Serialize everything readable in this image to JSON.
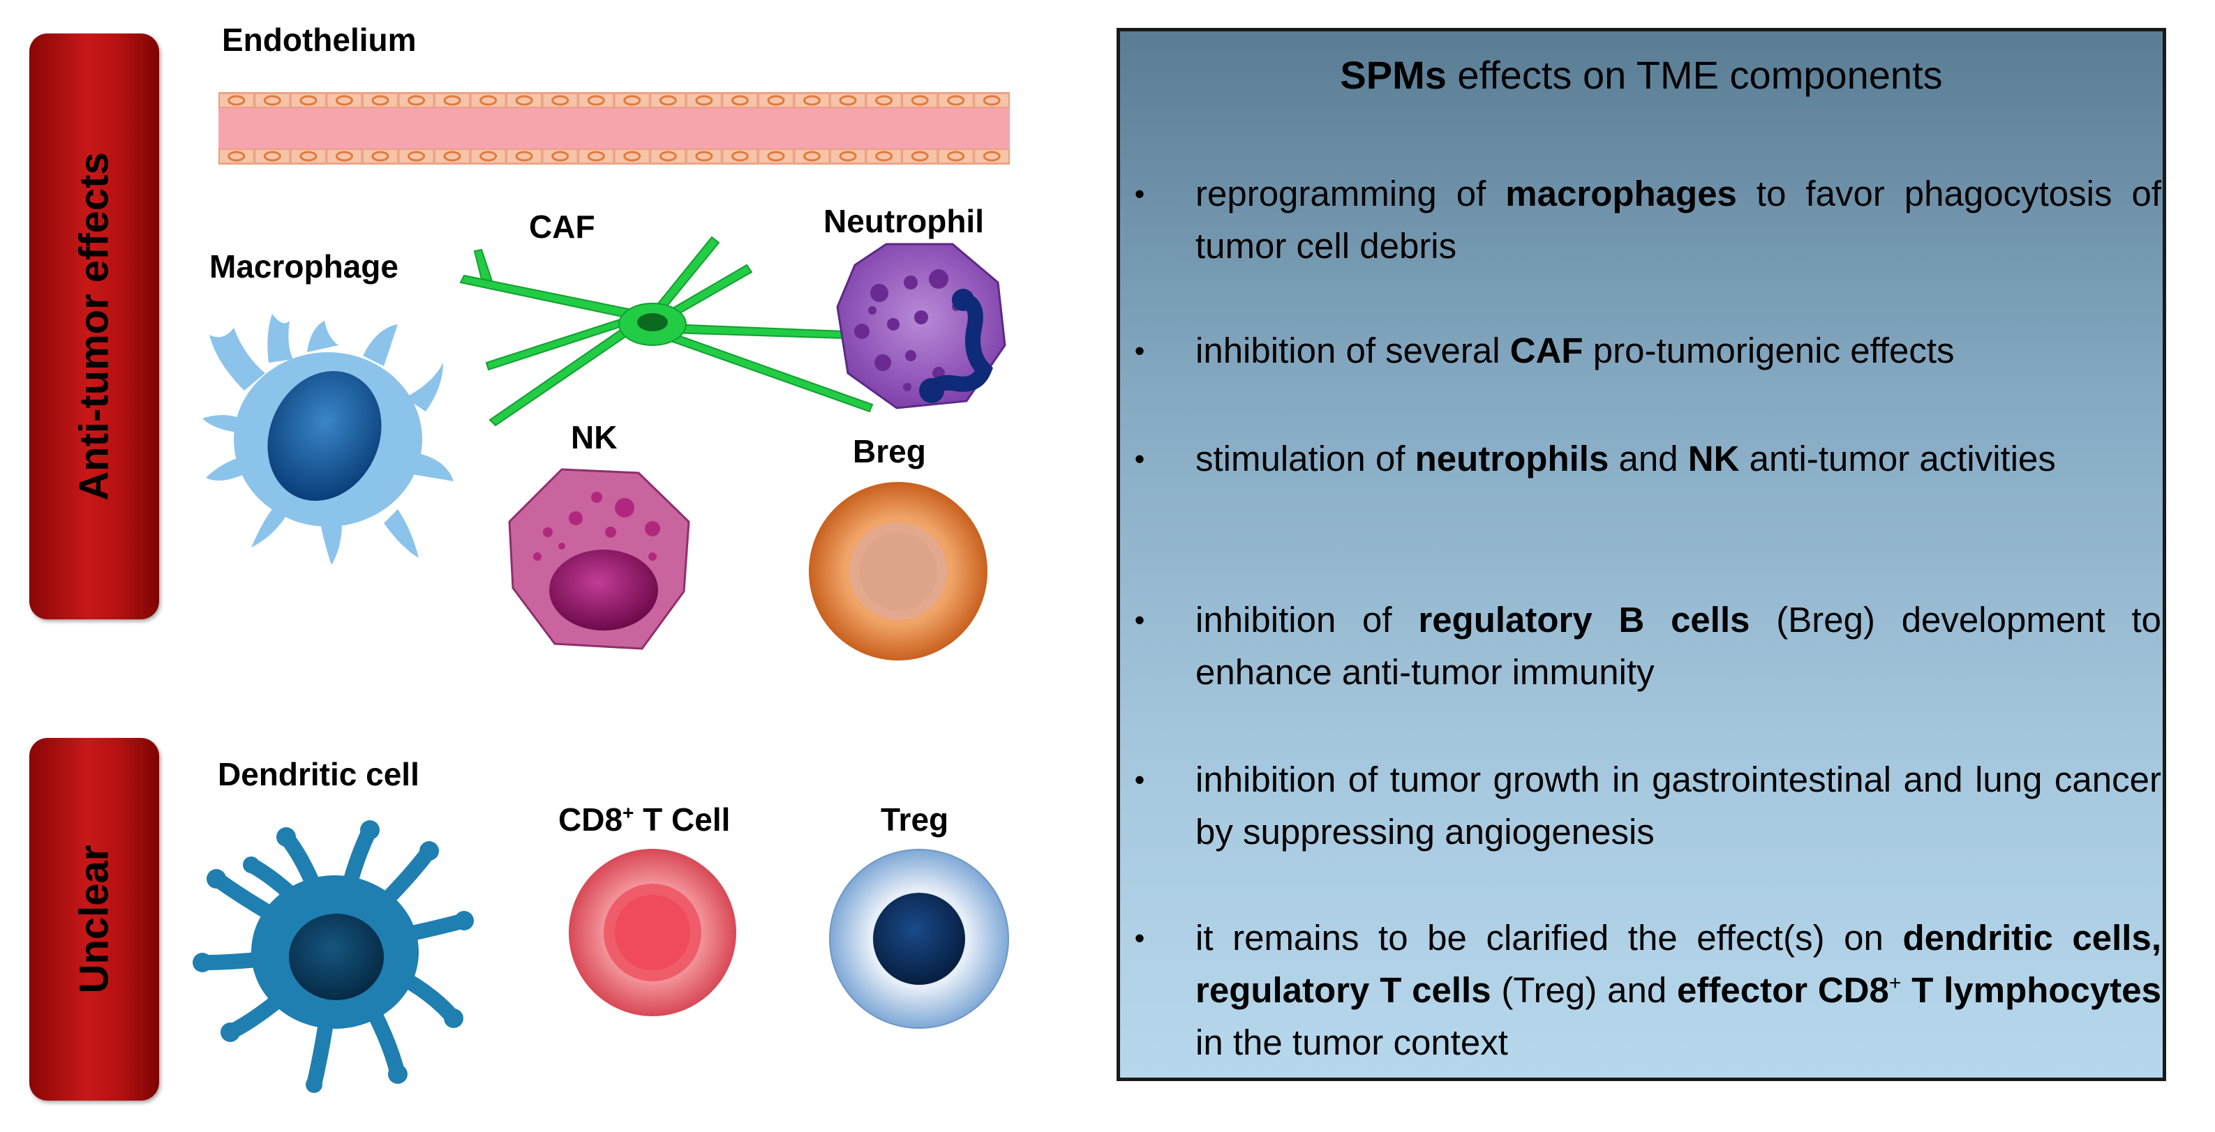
{
  "categories": {
    "anti_tumor": "Anti-tumor effects",
    "unclear": "Unclear"
  },
  "cells": {
    "endothelium": "Endothelium",
    "macrophage": "Macrophage",
    "caf": "CAF",
    "neutrophil": "Neutrophil",
    "nk": "NK",
    "breg": "Breg",
    "dendritic": "Dendritic cell",
    "cd8_prefix": "CD8",
    "cd8_sup": "+",
    "cd8_suffix": " T Cell",
    "treg": "Treg"
  },
  "panel": {
    "title_bold": "SPMs",
    "title_rest": " effects on TME components",
    "bullet_symbol": "•",
    "b1": [
      "reprogramming of ",
      "macrophages",
      " to favor phagocytosis of tumor cell debris"
    ],
    "b2": [
      "inhibition of several ",
      "CAF",
      " pro-tumorigenic effects"
    ],
    "b3": [
      "stimulation of ",
      "neutrophils",
      " and ",
      "NK",
      " anti-tumor activities"
    ],
    "b4": [
      "inhibition of ",
      "regulatory B cells",
      " (Breg) development to enhance anti-tumor immunity"
    ],
    "b5": [
      "inhibition of tumor growth in gastrointestinal and lung cancer by suppressing angiogenesis"
    ],
    "b6": [
      "it remains to be clarified the effect(s) on ",
      "dendritic cells, regulatory T cells",
      " (Treg) and ",
      "effector CD8",
      "+",
      " T lymphocytes",
      " in the tumor context"
    ]
  },
  "colors": {
    "category_bar": "#b51010",
    "macrophage": "#8cc3ea",
    "caf": "#22cc44",
    "neutrophil": "#8e4fba",
    "nk": "#c9649f",
    "breg": "#e88a46",
    "dendritic": "#1f7fb0",
    "cd8": "#ee6a72",
    "treg": "#8fb4dc",
    "vessel": "#f6a4ad",
    "panel_top": "#5a7d94",
    "panel_bottom": "#b7d7ec"
  }
}
